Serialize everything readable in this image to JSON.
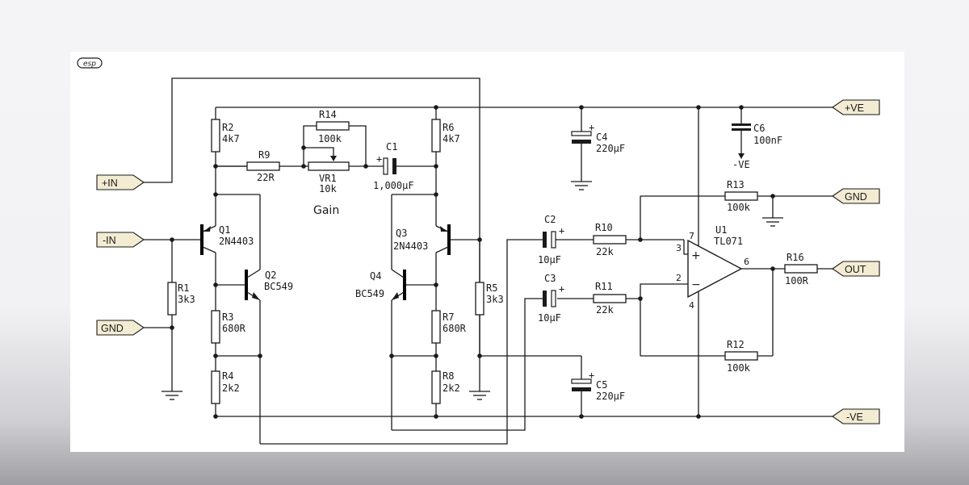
{
  "logo": "esp",
  "connectors": {
    "plus_in": "+IN",
    "minus_in": "-IN",
    "gnd_left": "GND",
    "plus_ve": "+VE",
    "gnd_right": "GND",
    "out": "OUT",
    "minus_ve": "-VE"
  },
  "components": {
    "r1": {
      "ref": "R1",
      "value": "3k3"
    },
    "r2": {
      "ref": "R2",
      "value": "4k7"
    },
    "r3": {
      "ref": "R3",
      "value": "680R"
    },
    "r4": {
      "ref": "R4",
      "value": "2k2"
    },
    "r5": {
      "ref": "R5",
      "value": "3k3"
    },
    "r6": {
      "ref": "R6",
      "value": "4k7"
    },
    "r7": {
      "ref": "R7",
      "value": "680R"
    },
    "r8": {
      "ref": "R8",
      "value": "2k2"
    },
    "r9": {
      "ref": "R9",
      "value": "22R"
    },
    "r10": {
      "ref": "R10",
      "value": "22k"
    },
    "r11": {
      "ref": "R11",
      "value": "22k"
    },
    "r12": {
      "ref": "R12",
      "value": "100k"
    },
    "r13": {
      "ref": "R13",
      "value": "100k"
    },
    "r14": {
      "ref": "R14",
      "value": "100k"
    },
    "r16": {
      "ref": "R16",
      "value": "100R"
    },
    "vr1": {
      "ref": "VR1",
      "value": "10k"
    },
    "c1": {
      "ref": "C1",
      "value": "1,000µF"
    },
    "c2": {
      "ref": "C2",
      "value": "10µF"
    },
    "c3": {
      "ref": "C3",
      "value": "10µF"
    },
    "c4": {
      "ref": "C4",
      "value": "220µF"
    },
    "c5": {
      "ref": "C5",
      "value": "220µF"
    },
    "c6": {
      "ref": "C6",
      "value": "100nF"
    },
    "c6_rail": "-VE",
    "q1": {
      "ref": "Q1",
      "value": "2N4403"
    },
    "q2": {
      "ref": "Q2",
      "value": "BC549"
    },
    "q3": {
      "ref": "Q3",
      "value": "2N4403"
    },
    "q4": {
      "ref": "Q4",
      "value": "BC549"
    },
    "u1": {
      "ref": "U1",
      "value": "TL071"
    }
  },
  "gain_label": "Gain",
  "opamp_pins": {
    "p7": "7",
    "p3": "3",
    "p2": "2",
    "p4": "4",
    "p6": "6",
    "plus": "+",
    "minus": "−"
  },
  "polarity_mark": "+"
}
